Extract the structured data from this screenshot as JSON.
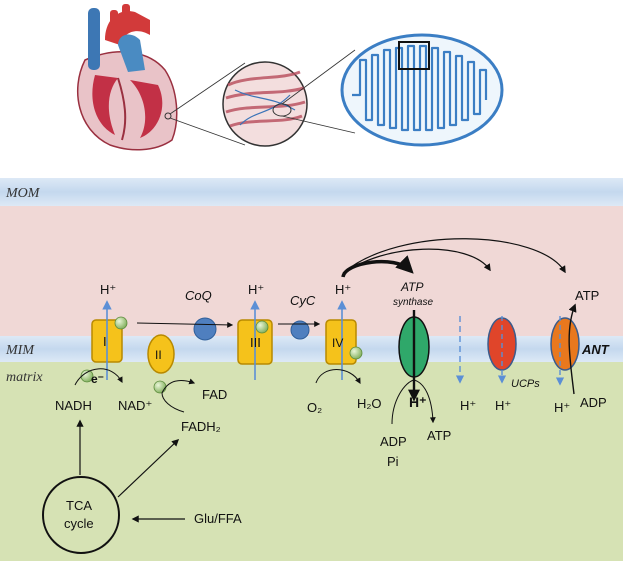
{
  "membranes": {
    "mom": "MOM",
    "mim": "MIM",
    "matrix": "matrix"
  },
  "complexes": {
    "c1": "I",
    "c2": "II",
    "c3": "III",
    "c4": "IV"
  },
  "carriers": {
    "coq": "CoQ",
    "cyc": "CyC",
    "atp_synthase_line1": "ATP",
    "atp_synthase_line2": "synthase",
    "ucps": "UCPs",
    "ant": "ANT"
  },
  "protons": {
    "h_plus": "H⁺",
    "h_plus_bold": "H⁺"
  },
  "molecules": {
    "nadh": "NADH",
    "nad_plus": "NAD⁺",
    "fad": "FAD",
    "fadh2": "FADH₂",
    "o2": "O₂",
    "h2o": "H₂O",
    "atp": "ATP",
    "adp": "ADP",
    "pi": "Pi",
    "electron": "e⁻"
  },
  "metabolism": {
    "tca_line1": "TCA",
    "tca_line2": "cycle",
    "glu_ffa": "Glu/FFA"
  },
  "colors": {
    "membrane_blue": "#c9dcf0",
    "ims_pink": "#f0d8d6",
    "matrix_green": "#d6e2b4",
    "complex_yellow": "#f5c21b",
    "carrier_blue": "#4f7fbf",
    "synthase_green": "#2fa86a",
    "ucp_red": "#e0452a",
    "ant_orange": "#e8781e",
    "arrow_blue": "#5b8fd6",
    "mito_outline": "#3b7ec4"
  }
}
